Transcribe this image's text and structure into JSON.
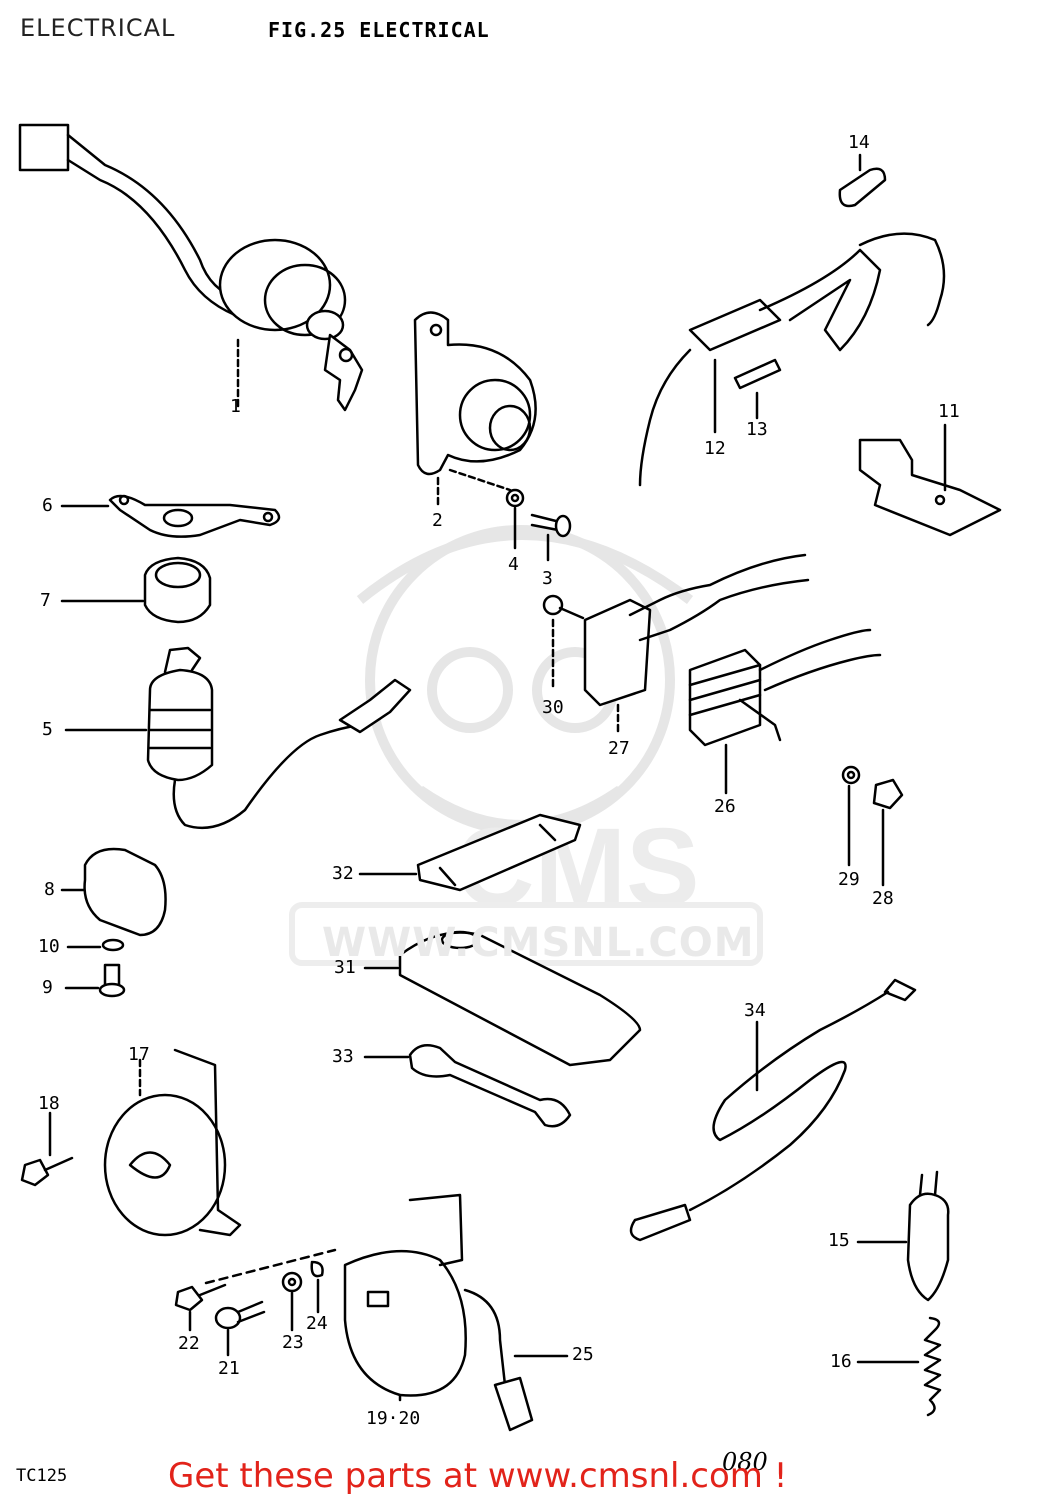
{
  "header": {
    "left_title": "ELECTRICAL",
    "fig_title": "FIG.25  ELECTRICAL"
  },
  "watermark": {
    "brand": "CMS",
    "url": "WWW.CMSNL.COM"
  },
  "labels": {
    "l1": "1",
    "l2": "2",
    "l3": "3",
    "l4": "4",
    "l5": "5",
    "l6": "6",
    "l7": "7",
    "l8": "8",
    "l9": "9",
    "l10": "10",
    "l11": "11",
    "l12": "12",
    "l13": "13",
    "l14": "14",
    "l15": "15",
    "l16": "16",
    "l17": "17",
    "l18": "18",
    "l19_20": "19·20",
    "l21": "21",
    "l22": "22",
    "l23": "23",
    "l24": "24",
    "l25": "25",
    "l26": "26",
    "l27": "27",
    "l28": "28",
    "l29": "29",
    "l30": "30",
    "l31": "31",
    "l32": "32",
    "l33": "33",
    "l34": "34"
  },
  "footer": {
    "model": "TC125",
    "page_number": "080",
    "cta": "Get these parts at www.cmsnl.com !"
  }
}
